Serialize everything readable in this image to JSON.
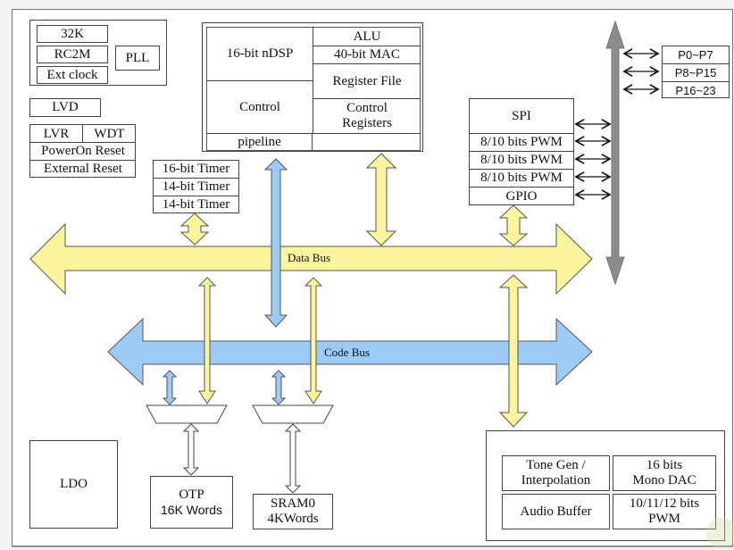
{
  "diagram": {
    "title": "",
    "colors": {
      "data_bus": "#fdf59b",
      "code_bus": "#9ccbf5",
      "io_bus": "#8c8c8c",
      "outline": "#444444",
      "background": "#ffffff"
    },
    "clock_block": {
      "sources": [
        "32K",
        "RC2M",
        "Ext clock"
      ],
      "pll": "PLL"
    },
    "lvd": "LVD",
    "reset_block": {
      "lvr": "LVR",
      "wdt": "WDT",
      "poweron": "PowerOn Reset",
      "external": "External Reset"
    },
    "cpu": {
      "core": "16-bit nDSP",
      "control": "Control",
      "pipeline": "pipeline",
      "alu": "ALU",
      "mac": "40-bit MAC",
      "register_file": "Register File",
      "control_registers_line1": "Control",
      "control_registers_line2": "Registers"
    },
    "timers": [
      "16-bit Timer",
      "14-bit Timer",
      "14-bit Timer"
    ],
    "peripherals": [
      "SPI",
      "8/10 bits PWM",
      "8/10 bits PWM",
      "8/10 bits PWM",
      "GPIO"
    ],
    "ports": [
      "P0~P7",
      "P8~P15",
      "P16~23"
    ],
    "buses": {
      "data": "Data Bus",
      "code": "Code Bus"
    },
    "ldo": "LDO",
    "otp": {
      "line1": "OTP",
      "line2": "16K Words"
    },
    "sram": {
      "line1": "SRAM0",
      "line2": "4KWords"
    },
    "audio": {
      "tone_gen_line1": "Tone Gen /",
      "tone_gen_line2": "Interpolation",
      "dac_line1": "16 bits",
      "dac_line2": "Mono DAC",
      "audio_buffer": "Audio Buffer",
      "pwm_line1": "10/11/12 bits",
      "pwm_line2": "PWM"
    }
  }
}
